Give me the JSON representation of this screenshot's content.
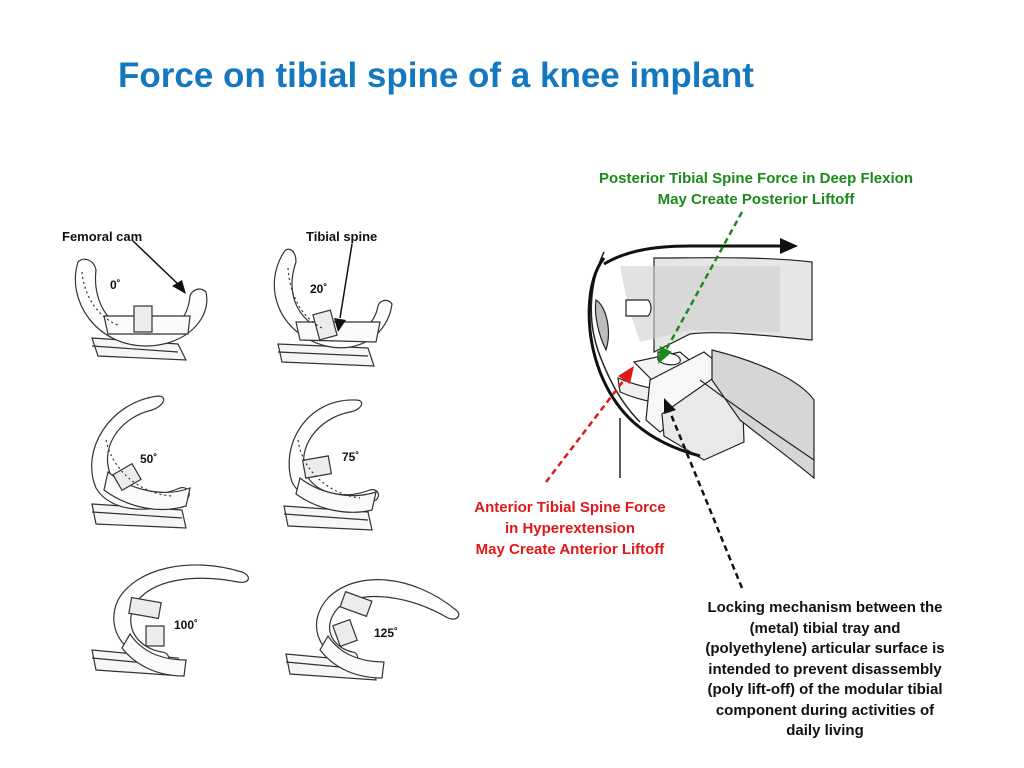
{
  "title": "Force on tibial spine of a knee implant",
  "sketch_labels": {
    "femoral_cam": "Femoral cam",
    "tibial_spine": "Tibial spine"
  },
  "flexion_angles": [
    "0˚",
    "20˚",
    "50˚",
    "75˚",
    "100˚",
    "125˚"
  ],
  "callouts": {
    "posterior": {
      "lines": [
        "Posterior Tibial Spine Force in Deep Flexion",
        "May Create Posterior Liftoff"
      ]
    },
    "anterior": {
      "lines": [
        "Anterior Tibial Spine Force",
        "in Hyperextension",
        "May Create Anterior Liftoff"
      ]
    },
    "locking": {
      "lines": [
        "Locking mechanism between the",
        "(metal) tibial tray and",
        "(polyethylene) articular surface is",
        "intended to prevent disassembly",
        "(poly lift-off) of the modular tibial",
        "component during activities of",
        "daily living"
      ]
    }
  },
  "colors": {
    "title": "#1478c0",
    "posterior": "#1a8a1a",
    "anterior": "#e01818",
    "locking": "#111111"
  }
}
